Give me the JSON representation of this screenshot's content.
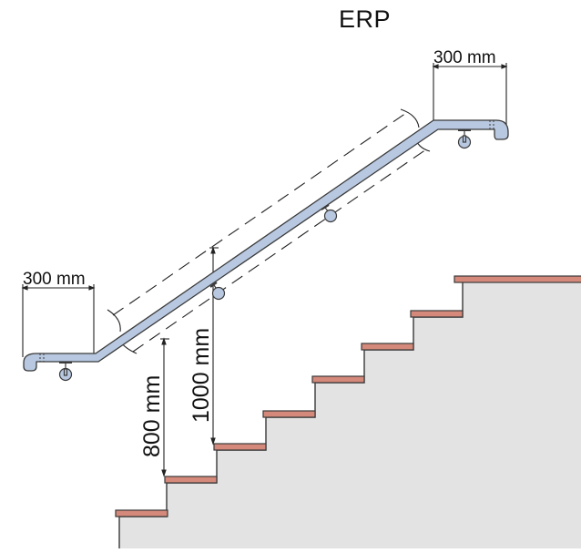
{
  "title": "ERP",
  "dimensions": {
    "extension_left": "300 mm",
    "extension_right": "300 mm",
    "height_low": "800 mm",
    "height_high": "1000 mm"
  },
  "colors": {
    "rail_fill": "#b8c8e0",
    "rail_stroke": "#3a3a3a",
    "tread_fill": "#d4897a",
    "tread_stroke": "#3a3a3a",
    "wall_fill": "#e3e3e3",
    "dim_line": "#222222"
  },
  "stairs": {
    "step_count": 8
  }
}
